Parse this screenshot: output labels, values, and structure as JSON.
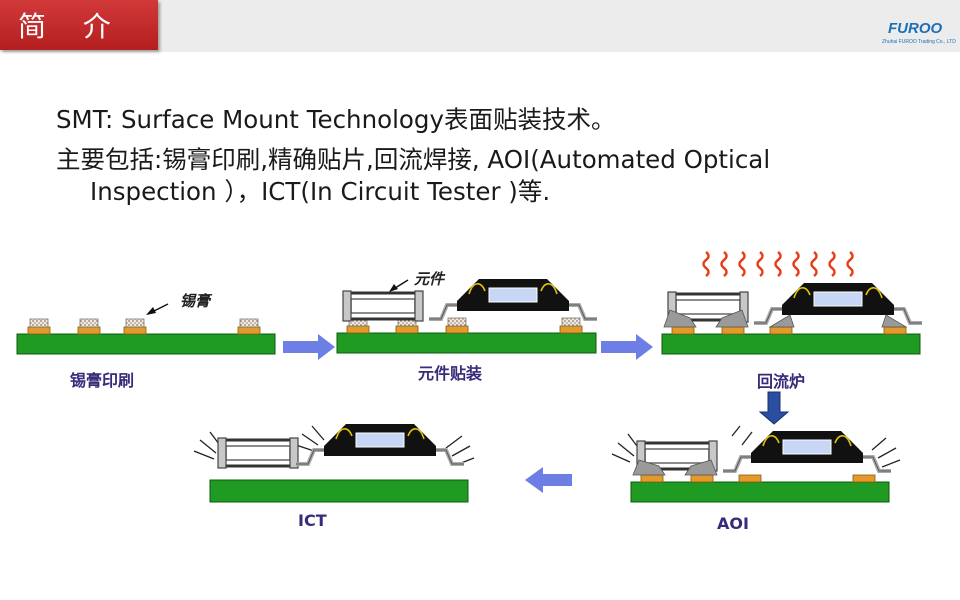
{
  "header": {
    "title": "简 介"
  },
  "logo": {
    "name": "FUROO",
    "subtitle": "Zhuhai FUROO Trading Co., LTD"
  },
  "intro": {
    "line1": "SMT: Surface Mount Technology表面贴装技术。",
    "line2": "主要包括:锡膏印刷,精确贴片,回流焊接, AOI(Automated Optical",
    "line3": "Inspection ），ICT(In Circuit Tester )等."
  },
  "diagram": {
    "callout_paste": "锡膏",
    "callout_component": "元件",
    "step1": "锡膏印刷",
    "step2": "元件贴装",
    "step3": "回流炉",
    "step4": "AOI",
    "step5": "ICT"
  },
  "colors": {
    "header_red": "#c62828",
    "pcb_green": "#1f9a23",
    "pad_orange": "#e39a2a",
    "arrow_blue": "#6d7fe4",
    "heat": "#e3401e",
    "label_purple": "#3a2a7a",
    "logo_blue": "#1d6fb8"
  }
}
